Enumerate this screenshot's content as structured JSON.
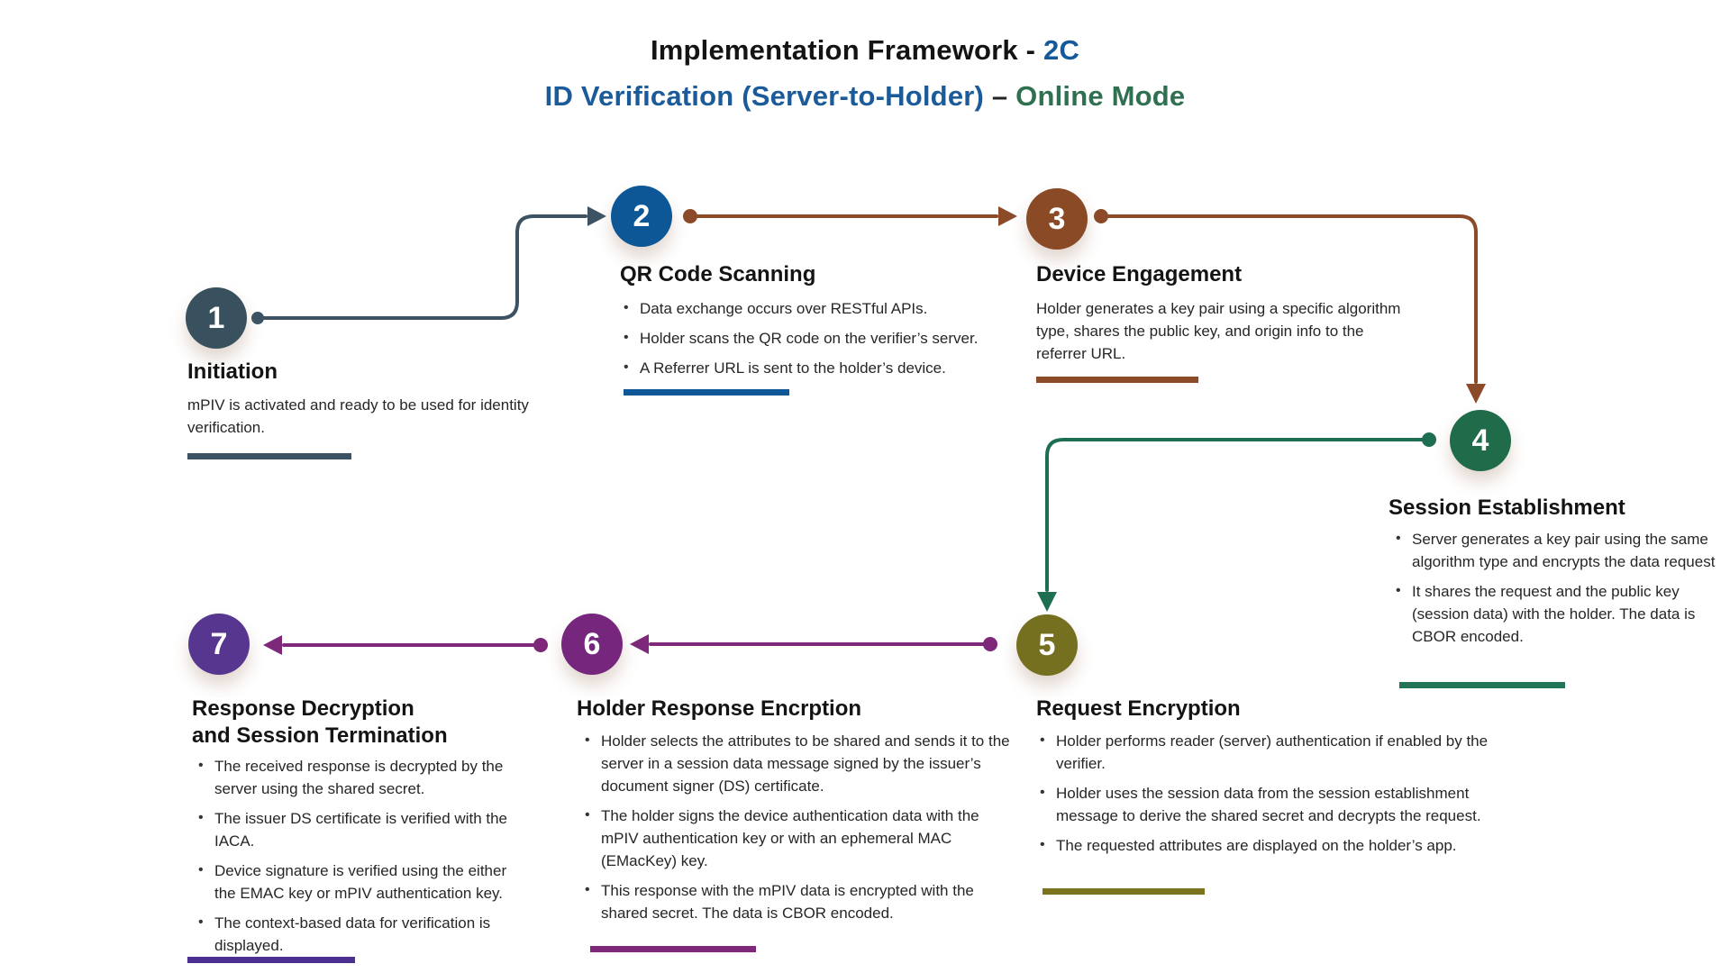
{
  "header": {
    "title_prefix": "Implementation Framework - ",
    "title_highlight": "2C",
    "subtitle_main": "ID Verification (Server-to-Holder)",
    "subtitle_dash": " – ",
    "subtitle_highlight": "Online Mode"
  },
  "colors": {
    "title_highlight_blue": "#15599A",
    "subtitle_blue": "#1B5B99",
    "subtitle_green": "#2F7050",
    "step1_slate": "#39505F",
    "step2_blue": "#0D5796",
    "step3_brown": "#8A4A26",
    "step4_green": "#1F6B4A",
    "step5_olive": "#757020",
    "step6_magenta": "#76267C",
    "step7_indigo": "#57368F",
    "bar7_indigo": "#4C3091",
    "connector_slate": "#3D5363",
    "connector_brown": "#8B4A28",
    "connector_green": "#1E6F52",
    "connector_purple": "#7D2878"
  },
  "steps": [
    {
      "number": "1",
      "title": "Initiation",
      "paragraph": "mPIV is activated and ready to be used for identity verification.",
      "bullets": []
    },
    {
      "number": "2",
      "title": "QR Code Scanning",
      "bullets": [
        "Data exchange occurs over RESTful APIs.",
        "Holder scans the QR code on the verifier’s server.",
        "A Referrer URL is sent to the holder’s device."
      ]
    },
    {
      "number": "3",
      "title": "Device Engagement",
      "paragraph": "Holder generates a key pair using a specific algorithm type, shares the public key, and origin info to the referrer URL.",
      "bullets": []
    },
    {
      "number": "4",
      "title": "Session Establishment",
      "bullets": [
        "Server generates a key pair using the same algorithm type and encrypts the data request",
        "It shares the request and the public key (session data) with the holder. The data is CBOR encoded."
      ]
    },
    {
      "number": "5",
      "title": "Request Encryption",
      "bullets": [
        "Holder performs reader (server) authentication if enabled by the verifier.",
        "Holder uses the session data from the session establishment message to derive the shared secret and decrypts the request.",
        "The requested attributes are displayed on the holder’s app."
      ]
    },
    {
      "number": "6",
      "title": "Holder Response Encrption",
      "bullets": [
        "Holder selects the attributes to be shared and sends it to the server in a session data message signed by the issuer’s document signer (DS) certificate.",
        "The holder signs the device authentication data with the mPIV authentication key or with an ephemeral MAC (EMacKey) key.",
        "This response with the mPIV data is encrypted with the shared secret. The data is CBOR encoded."
      ]
    },
    {
      "number": "7",
      "title": "Response Decryption",
      "title_line2": "and Session Termination",
      "bullets": [
        "The received response is decrypted by the server using the shared secret.",
        "The issuer DS certificate is verified with the IACA.",
        "Device signature is verified using the either the EMAC key or mPIV authentication key.",
        "The context-based data for  verification is displayed."
      ]
    }
  ]
}
